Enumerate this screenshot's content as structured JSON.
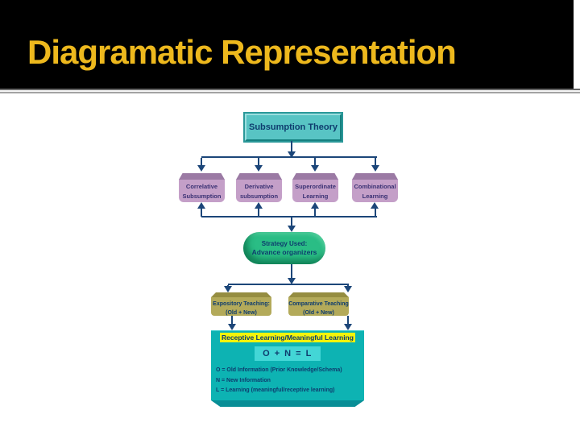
{
  "slide": {
    "title": "Diagramatic Representation"
  },
  "diagram": {
    "root": "Subsumption Theory",
    "types": [
      {
        "line1": "Correlative",
        "line2": "Subsumption"
      },
      {
        "line1": "Derivative",
        "line2": "subsumption"
      },
      {
        "line1": "Superordinate",
        "line2": "Learning"
      },
      {
        "line1": "Combinational",
        "line2": "Learning"
      }
    ],
    "strategy": {
      "line1": "Strategy Used:",
      "line2": "Advance organizers"
    },
    "teaching": [
      {
        "line1": "Expository Teaching:",
        "line2": "(Old + New)"
      },
      {
        "line1": "Comparative Teaching",
        "line2": "(Old + New)"
      }
    ],
    "result": {
      "title": "Receptive Learning/Meaningful Learning",
      "equation": "O + N = L",
      "legend": [
        "O = Old Information (Prior Knowledge/Schema)",
        "N = New Information",
        "L = Learning (meaningful/receptive learning)"
      ]
    }
  },
  "colors": {
    "accent-gold": "#EDB81D",
    "line-navy": "#1C4679",
    "text-navy": "#0E3C6E",
    "teal-box": "#58C4C4",
    "purple-face": "#C49FC8",
    "purple-top": "#9B7AA4",
    "green-stadium": "#2ABD85",
    "olive-face": "#B3AA5A",
    "olive-top": "#958D41",
    "result-teal": "#0DB3B3",
    "highlight-yellow": "#F4F40A",
    "equation-cyan": "#43D6D6"
  }
}
